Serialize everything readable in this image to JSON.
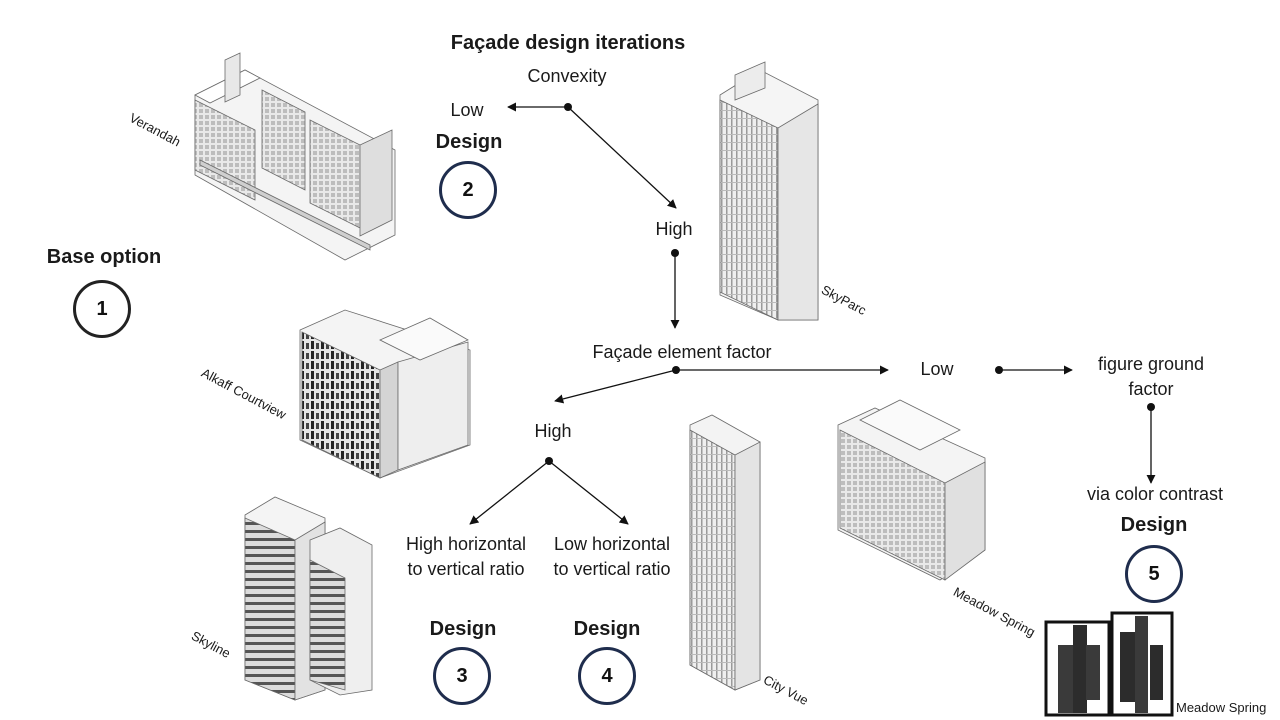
{
  "title": "Façade design iterations",
  "colors": {
    "circle_border": "#1f2d4d",
    "arrow": "#111111",
    "building_light": "#f2f2f2",
    "building_mid": "#d9d9d9",
    "building_dark": "#3a3a3a"
  },
  "base": {
    "heading": "Base option",
    "number": "1"
  },
  "flow": {
    "convexity": "Convexity",
    "low_1": "Low",
    "high_1": "High",
    "facade_element_factor": "Façade element factor",
    "low_2": "Low",
    "high_2": "High",
    "figure_ground_factor": "figure ground factor",
    "via_color_contrast": "via color contrast",
    "high_ratio": "High horizontal to vertical ratio",
    "low_ratio": "Low horizontal to vertical ratio"
  },
  "designs": [
    {
      "label": "Design",
      "number": "2"
    },
    {
      "label": "Design",
      "number": "3"
    },
    {
      "label": "Design",
      "number": "4"
    },
    {
      "label": "Design",
      "number": "5"
    }
  ],
  "buildings": {
    "verandah": "Verandah",
    "skyparc": "SkyParc",
    "alkaff": "Alkaff Courtview",
    "skyline": "Skyline",
    "city_vue": "City Vue",
    "meadow_spring": "Meadow Spring",
    "meadow_spring_plan": "Meadow Spring"
  }
}
